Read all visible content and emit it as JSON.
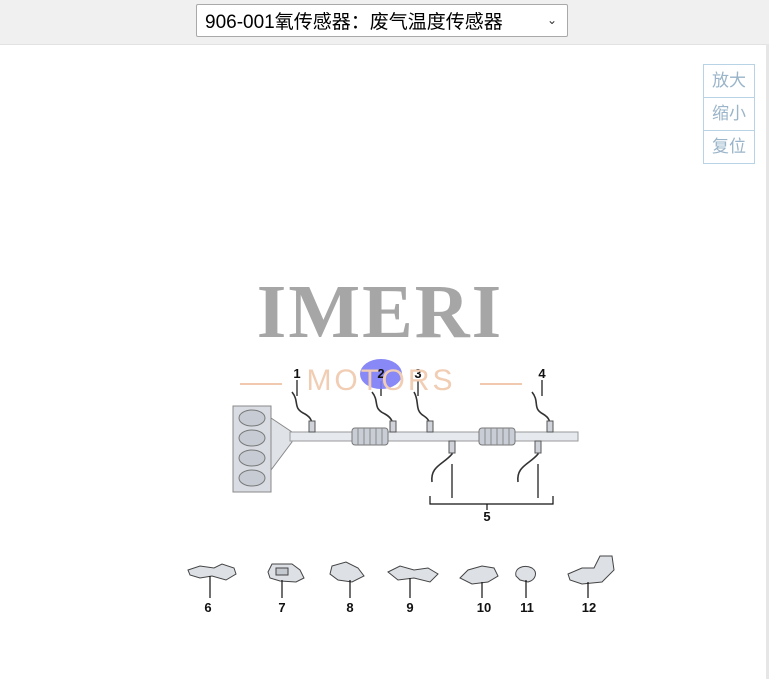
{
  "selector": {
    "value": "906-001氧传感器：废气温度传感器"
  },
  "zoom": {
    "zoom_in": "放大",
    "zoom_out": "缩小",
    "reset": "复位"
  },
  "watermark": {
    "brand": "IMERI",
    "sub": "MOTORS"
  },
  "callouts": [
    "1",
    "2",
    "3",
    "4",
    "5",
    "6",
    "7",
    "8",
    "9",
    "10",
    "11",
    "12"
  ],
  "highlight_color": "#7b7bf5",
  "icons": {
    "dropdown": "chevron-down-icon"
  }
}
